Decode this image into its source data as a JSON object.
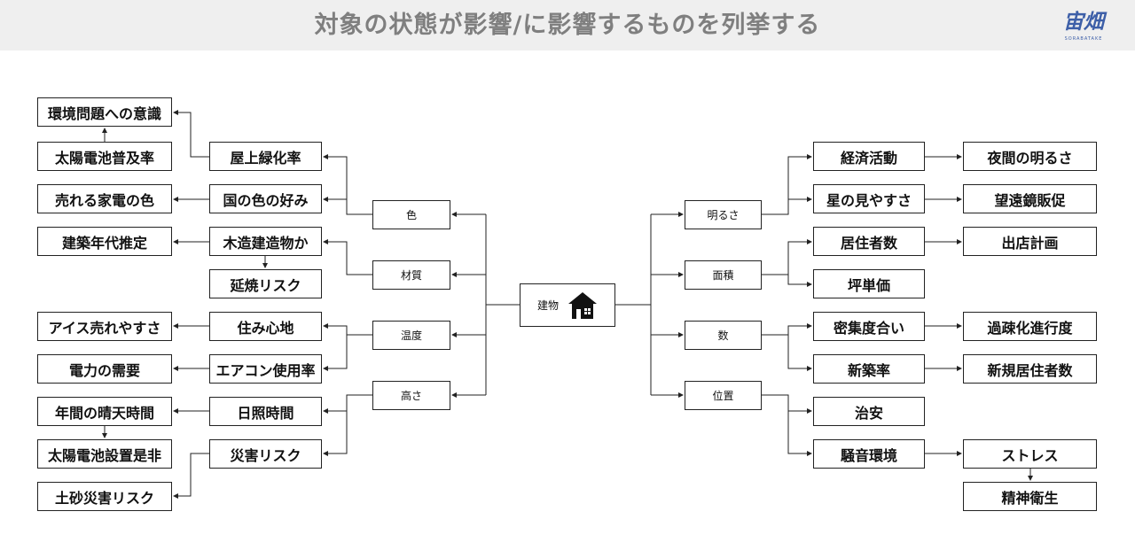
{
  "title": "対象の状態が影響/に影響するものを列挙する",
  "logo": {
    "text": "宙畑",
    "sub": "SORABATAKE"
  },
  "center": {
    "label": "建物",
    "icon": "house-icon"
  },
  "left_categories": [
    "色",
    "材質",
    "温度",
    "高さ"
  ],
  "left_middle": [
    "屋上緑化率",
    "国の色の好み",
    "木造建造物か",
    "延焼リスク",
    "住み心地",
    "エアコン使用率",
    "日照時間",
    "災害リスク"
  ],
  "left_outer": [
    "環境問題への意識",
    "太陽電池普及率",
    "売れる家電の色",
    "建築年代推定",
    "アイス売れやすさ",
    "電力の需要",
    "年間の晴天時間",
    "太陽電池設置是非",
    "土砂災害リスク"
  ],
  "right_categories": [
    "明るさ",
    "面積",
    "数",
    "位置"
  ],
  "right_middle": [
    "経済活動",
    "星の見やすさ",
    "居住者数",
    "坪単価",
    "密集度合い",
    "新築率",
    "治安",
    "騒音環境"
  ],
  "right_outer": [
    "夜間の明るさ",
    "望遠鏡販促",
    "出店計画",
    "過疎化進行度",
    "新規居住者数",
    "ストレス",
    "精神衛生"
  ],
  "colors": {
    "header_bg": "#efefef",
    "title": "#7f7f7f",
    "logo": "#3d5fa8",
    "line": "#222222"
  }
}
